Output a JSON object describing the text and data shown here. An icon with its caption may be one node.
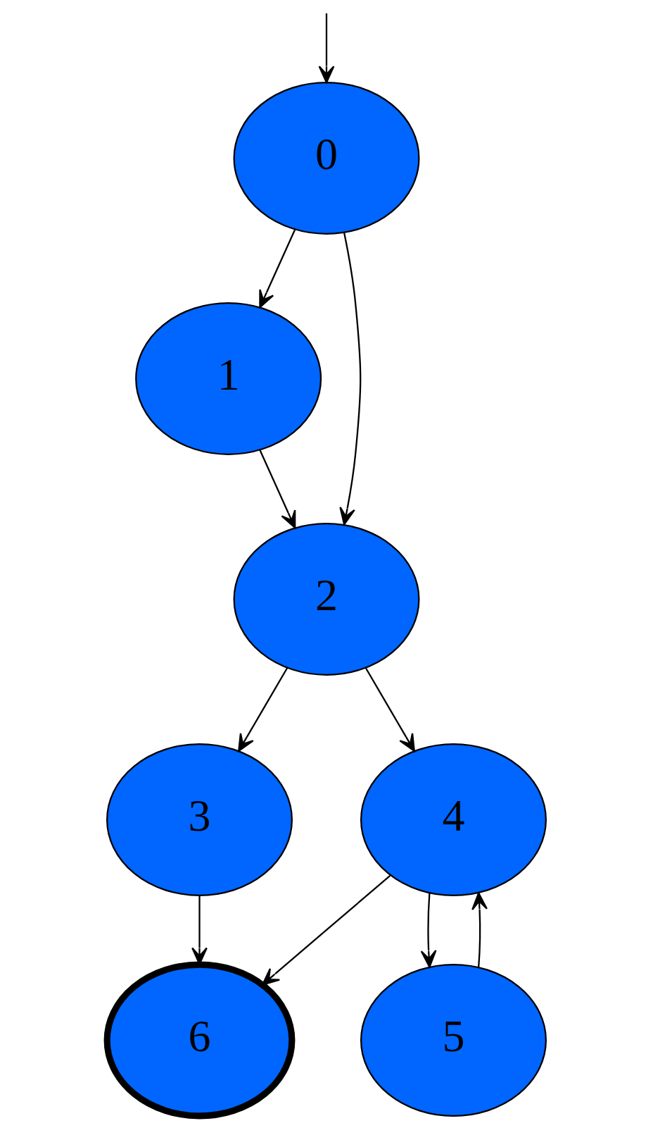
{
  "diagram": {
    "nodes": [
      {
        "text": [
          "0"
        ]
      },
      {
        "text": [
          "1"
        ]
      },
      {
        "text": [
          "2"
        ]
      },
      {
        "text": [
          "3"
        ]
      },
      {
        "text": [
          "4"
        ]
      },
      {
        "text": [
          "5"
        ]
      },
      {
        "text": [
          "6"
        ]
      }
    ],
    "edges": [
      {
        "from": null,
        "to": 0,
        "arrow": "to"
      },
      {
        "from": 0,
        "to": 1,
        "arrow": "to"
      },
      {
        "from": 0,
        "to": 2,
        "arrow": "to"
      },
      {
        "from": 1,
        "to": 2,
        "arrow": "to"
      },
      {
        "from": 2,
        "to": 3,
        "arrow": "to"
      },
      {
        "from": 2,
        "to": 4,
        "arrow": "to"
      },
      {
        "from": 3,
        "to": 6,
        "arrow": "to"
      },
      {
        "from": 4,
        "to": 6,
        "arrow": "to"
      },
      {
        "from": 4,
        "to": 5,
        "arrow": "to"
      },
      {
        "from": 5,
        "to": 4,
        "arrow": "to"
      }
    ]
  }
}
